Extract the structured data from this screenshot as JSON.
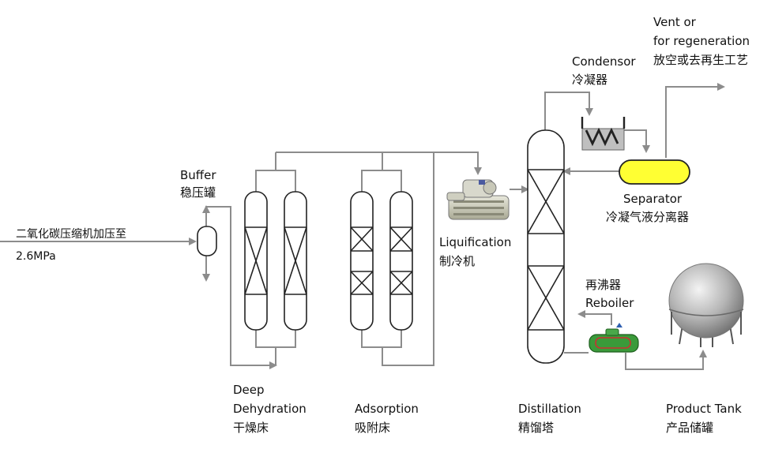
{
  "labels": {
    "feed": {
      "zh": "二氧化碳压缩机加压至",
      "en": "2.6MPa"
    },
    "buffer": {
      "en": "Buffer",
      "zh": "稳压罐"
    },
    "deep_dehydration": {
      "en1": "Deep",
      "en2": "Dehydration",
      "zh": "干燥床"
    },
    "adsorption": {
      "en": "Adsorption",
      "zh": "吸附床"
    },
    "liquification": {
      "en": "Liquification",
      "zh": "制冷机"
    },
    "distillation": {
      "en": "Distillation",
      "zh": "精馏塔"
    },
    "condensor": {
      "en": "Condensor",
      "zh": "冷凝器"
    },
    "vent": {
      "en1": "Vent or",
      "en2": "for regeneration",
      "zh": "放空或去再生工艺"
    },
    "separator": {
      "en": "Separator",
      "zh": "冷凝气液分离器"
    },
    "reboiler": {
      "zh": "再沸器",
      "en": "Reboiler"
    },
    "product_tank": {
      "en": "Product Tank",
      "zh": "产品储罐"
    }
  },
  "colors": {
    "pipe": "#8c8c8c",
    "vessel_stroke": "#222222",
    "separator_fill": "#ffff33",
    "reboiler_fill": "#3a9a3a",
    "condenser_fill": "#bfbfbf"
  }
}
